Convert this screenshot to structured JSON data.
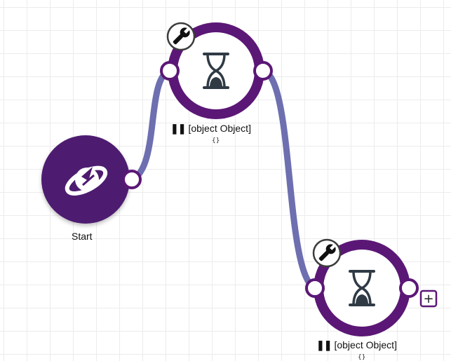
{
  "colors": {
    "node_dark": "#4e1a6f",
    "node_border": "#5b1776",
    "connection": "#6d6fb0",
    "background": "#ffffff",
    "grid": "#ececec"
  },
  "nodes": {
    "start": {
      "label": "Start",
      "icon": "app-logo-icon"
    },
    "wait_1": {
      "label": "[object Object]",
      "sublabel": "{}",
      "status_icon": "pause-icon",
      "icon": "hourglass-icon",
      "settings_icon": "wrench-icon"
    },
    "wait_2": {
      "label": "[object Object]",
      "sublabel": "{}",
      "status_icon": "pause-icon",
      "icon": "hourglass-icon",
      "settings_icon": "wrench-icon"
    }
  },
  "add_button": {
    "label": "+"
  }
}
